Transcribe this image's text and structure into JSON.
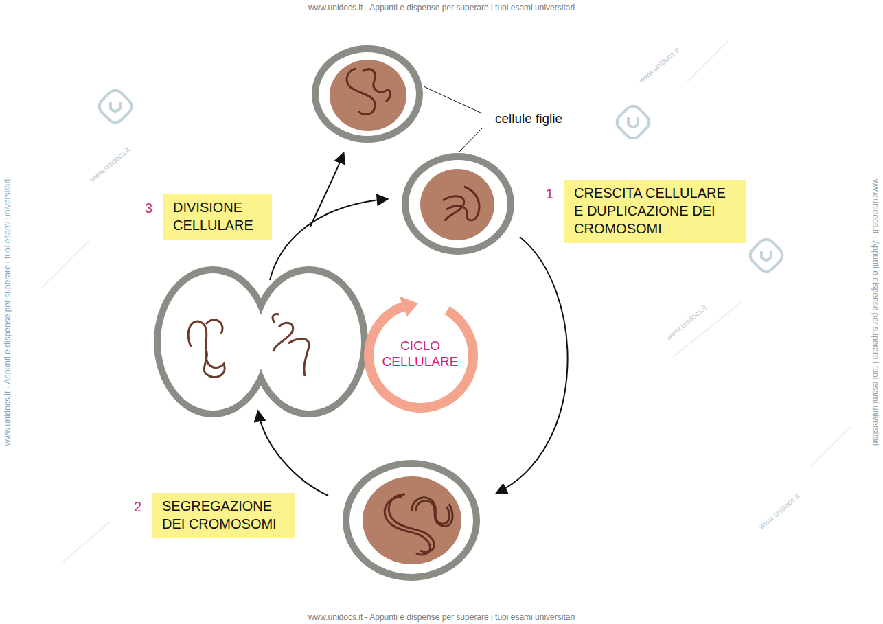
{
  "diagram": {
    "nodes": [
      {
        "text": [
          "1",
          "CRESCITA CELLULARE E DUPLICAZIONE DEI CROMOSOMI"
        ]
      },
      {
        "text": [
          "2",
          "SEGREGAZIONE DEI CROMOSOMI"
        ]
      },
      {
        "text": [
          "3",
          "DIVISIONE CELLULARE"
        ]
      }
    ],
    "labels": [
      "www.unidocs.it - Appunti e dispense per superare i tuoi esami universitari",
      "cellule figlie",
      "CICLO CELLULARE",
      "www.unidocs.it",
      "www.unidocs.it",
      "www.unidocs.it",
      "www.unidocs.it",
      "www.unidocs.it - Appunti e dispense per superare i tuoi esami universitari",
      "www.unidocs.it - Appunti e dispense per superare i tuoi esami universitari",
      "www.unidocs.it - Appunti e dispense per superare i tuoi esami universitari"
    ]
  }
}
